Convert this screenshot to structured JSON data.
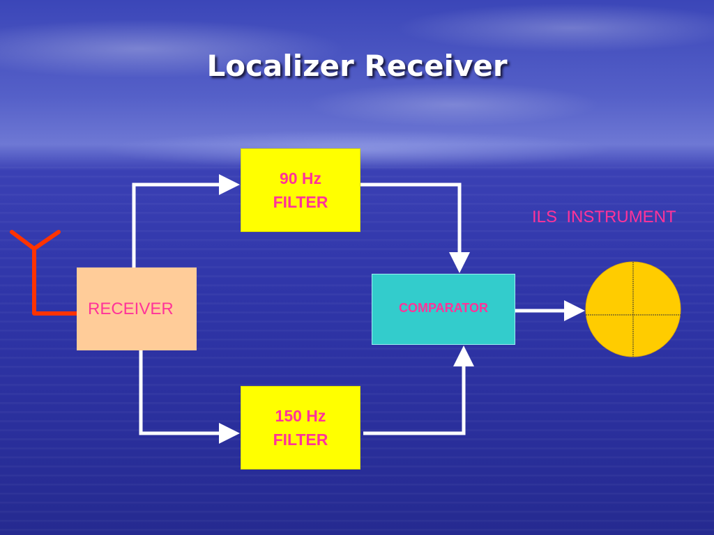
{
  "slide": {
    "title": "Localizer Receiver"
  },
  "blocks": {
    "receiver": "RECEIVER",
    "filter_90": "90 Hz\nFILTER",
    "filter_150": "150 Hz\nFILTER",
    "comparator": "COMPARATOR",
    "instrument_label": "ILS  INSTRUMENT"
  },
  "colors": {
    "label_text": "#ff3399",
    "filter_fill": "#ffff00",
    "receiver_fill": "#ffcc99",
    "comparator_fill": "#33cccc",
    "instrument_fill": "#ffcc00",
    "antenna": "#ff3300",
    "connector": "#ffffff"
  },
  "icons": {
    "antenna": "antenna-icon",
    "instrument": "ils-instrument-dial-icon"
  }
}
